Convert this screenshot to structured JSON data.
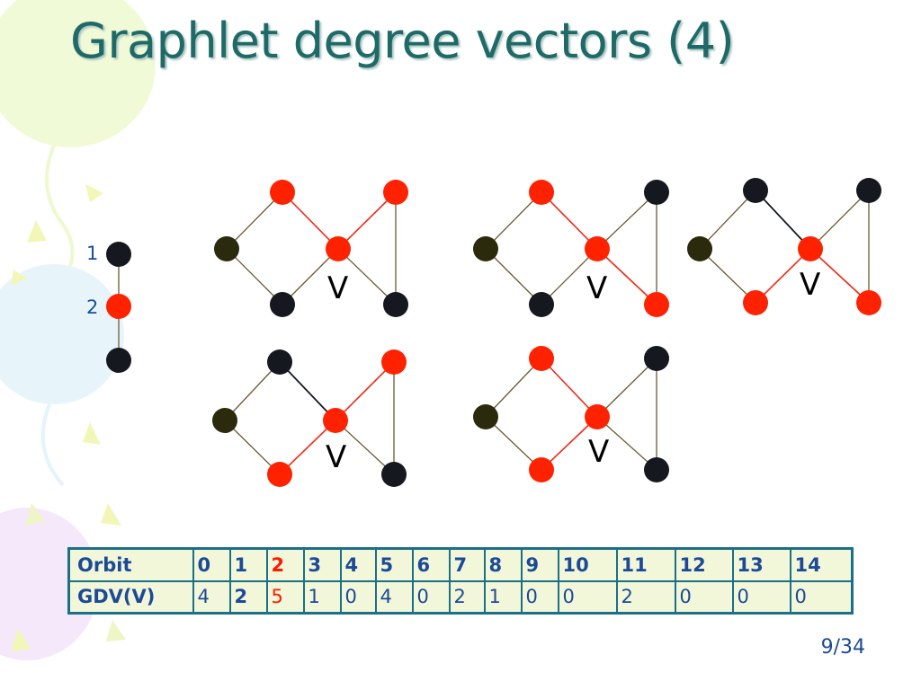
{
  "slide": {
    "title": "Graphlet degree vectors (4)",
    "page": "9/34",
    "v_label": "V"
  },
  "colors": {
    "highlight_node": "#ff2200",
    "dark_node": "#15191f",
    "green_node": "#2b2a0c",
    "highlight_edge": "#ee2a18",
    "edge": "#6b5b32",
    "title": "#1f6a67",
    "table_border": "#1c6f88",
    "table_fill": "#f2f7d9",
    "text_blue": "#1c4a97"
  },
  "orbit_path": {
    "labels": [
      "1",
      "2"
    ]
  },
  "table": {
    "row1_name": "Orbit",
    "row2_name": "GDV(V)",
    "orbits": [
      "0",
      "1",
      "2",
      "3",
      "4",
      "5",
      "6",
      "7",
      "8",
      "9",
      "10",
      "11",
      "12",
      "13",
      "14"
    ],
    "gdv": [
      "4",
      "2",
      "5",
      "1",
      "0",
      "4",
      "0",
      "2",
      "1",
      "0",
      "0",
      "2",
      "0",
      "0",
      "0"
    ]
  }
}
